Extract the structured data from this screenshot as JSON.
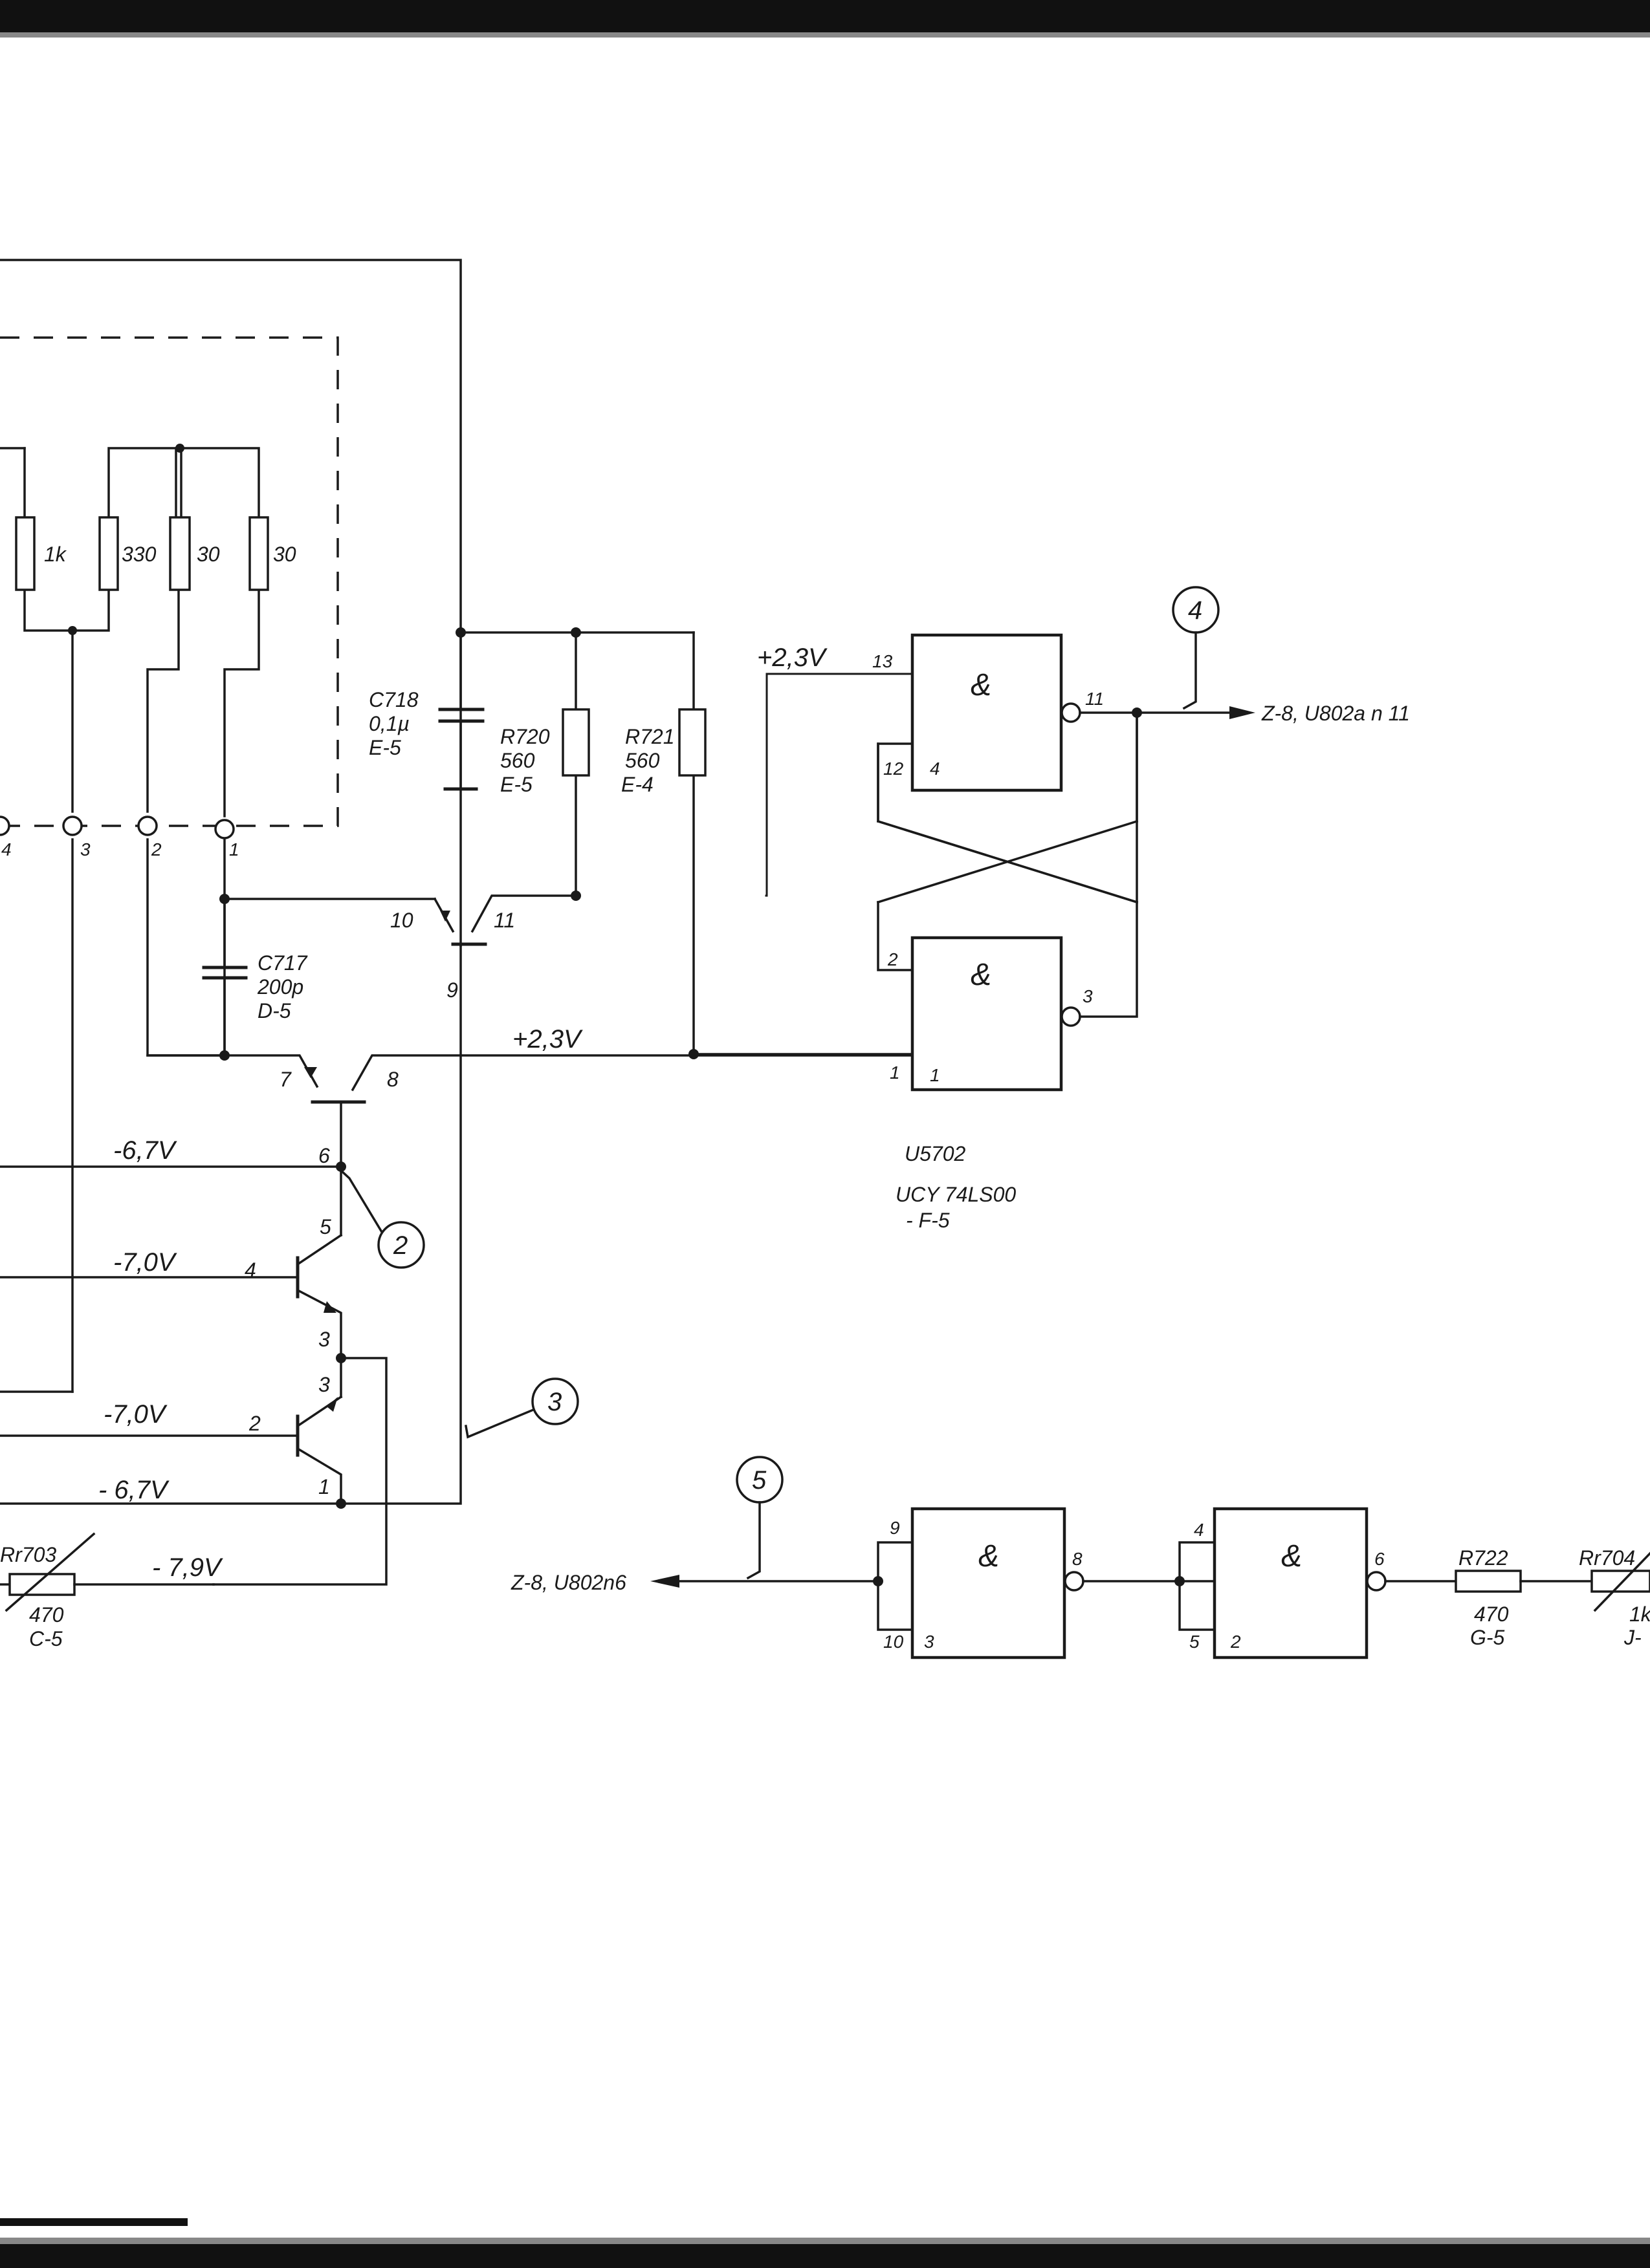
{
  "resistors": {
    "r1k": "1k",
    "r330": "330",
    "r30a": "30",
    "r30b": "30",
    "r720_ref": "R720",
    "r720_val": "560",
    "r720_loc": "E-5",
    "r721_ref": "R721",
    "r721_val": "560",
    "r721_loc": "E-4",
    "r722_ref": "R722",
    "r722_val": "470",
    "r722_loc": "G-5",
    "rr703_ref": "Rr703",
    "rr703_val": "470",
    "rr703_loc": "C-5",
    "rr704_ref": "Rr704",
    "rr704_val": "1k",
    "rr704_loc": "J-"
  },
  "capacitors": {
    "c718_ref": "C718",
    "c718_val": "0,1µ",
    "c718_loc": "E-5",
    "c717_ref": "C717",
    "c717_val": "200p",
    "c717_loc": "D-5"
  },
  "voltages": {
    "v_top": "+2,3V",
    "v_mid": "+2,3V",
    "v_a": "-6,7V",
    "v_b": "-7,0V",
    "v_c": "-7,0V",
    "v_d": "- 6,7V",
    "v_e": "- 7,9V"
  },
  "connector_pins": {
    "p4": "4",
    "p3": "3",
    "p2": "2",
    "p1": "1"
  },
  "transistor_pins": {
    "q1_e": "10",
    "q1_c": "11",
    "q1_b": "9",
    "q2_e": "7",
    "q2_c": "8",
    "q3_6": "6",
    "q3_5": "5",
    "q3_4": "4",
    "q3_3a": "3",
    "q3_3b": "3",
    "q3_2": "2",
    "q3_1": "1"
  },
  "gates": {
    "symbol": "&",
    "g1_pins": [
      "13",
      "12",
      "4",
      "11"
    ],
    "g2_pins": [
      "2",
      "1",
      "1",
      "3"
    ],
    "g3_pins": [
      "9",
      "10",
      "3",
      "8"
    ],
    "g4_pins": [
      "4",
      "5",
      "2",
      "6"
    ]
  },
  "ic": {
    "ref": "U5702",
    "type": "UCY 74LS00",
    "loc": "- F-5"
  },
  "test_points": [
    "4",
    "2",
    "3",
    "5"
  ],
  "references": {
    "out_right": "Z-8, U802a n 11",
    "out_left": "Z-8, U802n6"
  }
}
